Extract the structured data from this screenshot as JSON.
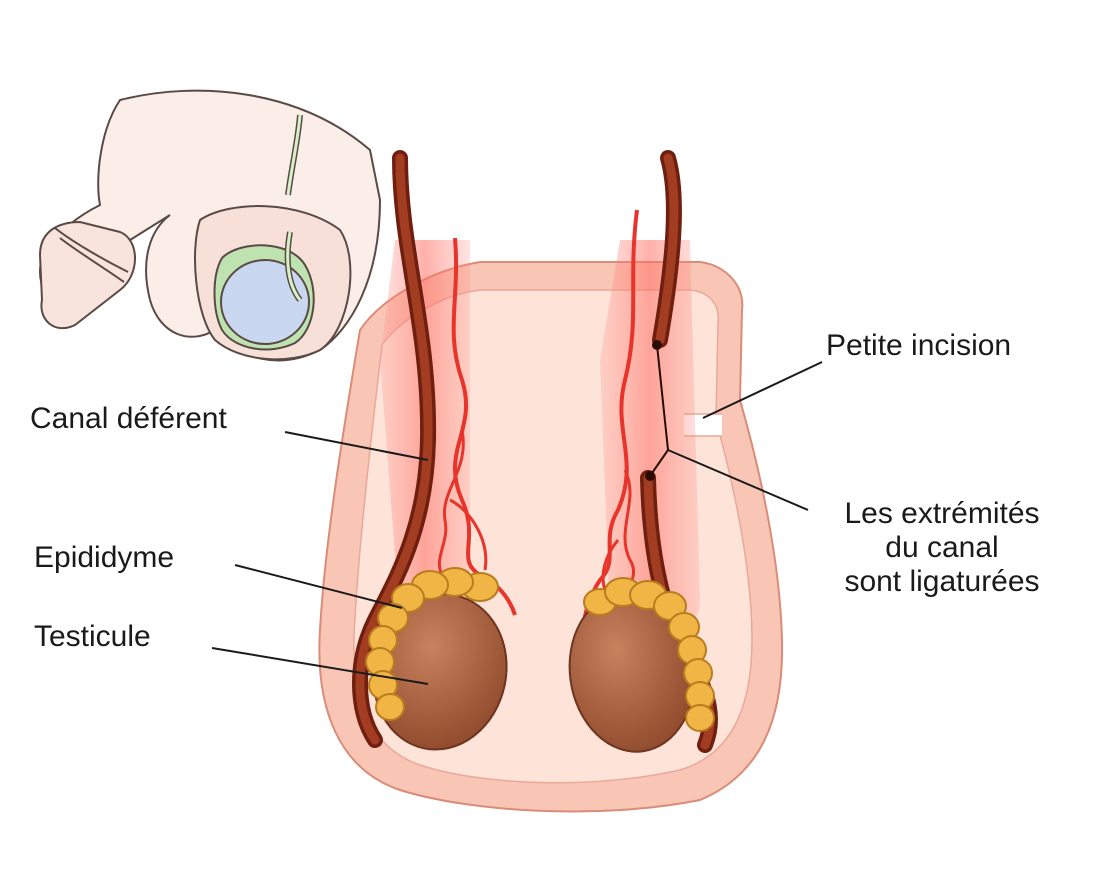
{
  "labels": {
    "canal_deferent": "Canal déférent",
    "epididyme": "Epididyme",
    "testicule": "Testicule",
    "petite_incision": "Petite incision",
    "extremites_line1": "Les extrémités",
    "extremites_line2": "du canal",
    "extremites_line3": "sont ligaturées"
  },
  "colors": {
    "scrotum_skin": "#f9c6b5",
    "scrotum_inner": "#fde3d8",
    "vas_deferens": "#8b2a16",
    "artery": "#e8342a",
    "testis": "#a9603f",
    "epididymis": "#f0b545",
    "inset_body": "#fbeee8",
    "inset_testis": "#c9d8f0",
    "inset_tunica": "#bfe3b0"
  }
}
